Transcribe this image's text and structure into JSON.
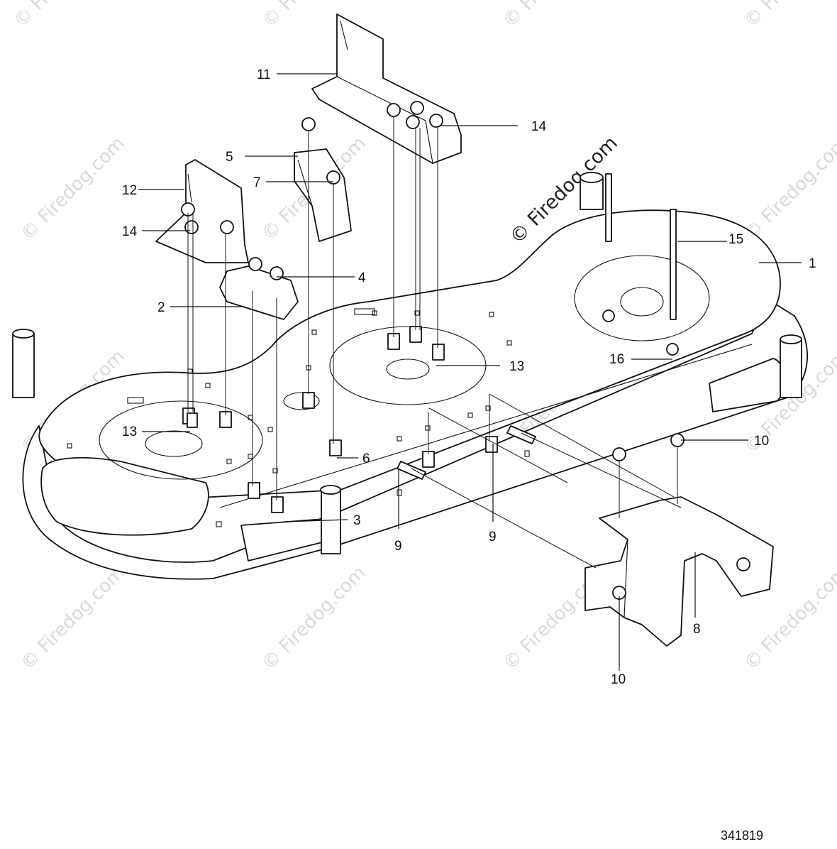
{
  "diagram": {
    "drawing_number": "341819",
    "watermark_text": "© Firedog.com",
    "callouts": [
      "1",
      "2",
      "3",
      "4",
      "5",
      "6",
      "7",
      "8",
      "9",
      "9",
      "10",
      "10",
      "11",
      "12",
      "13",
      "13",
      "14",
      "14",
      "15",
      "16"
    ]
  }
}
